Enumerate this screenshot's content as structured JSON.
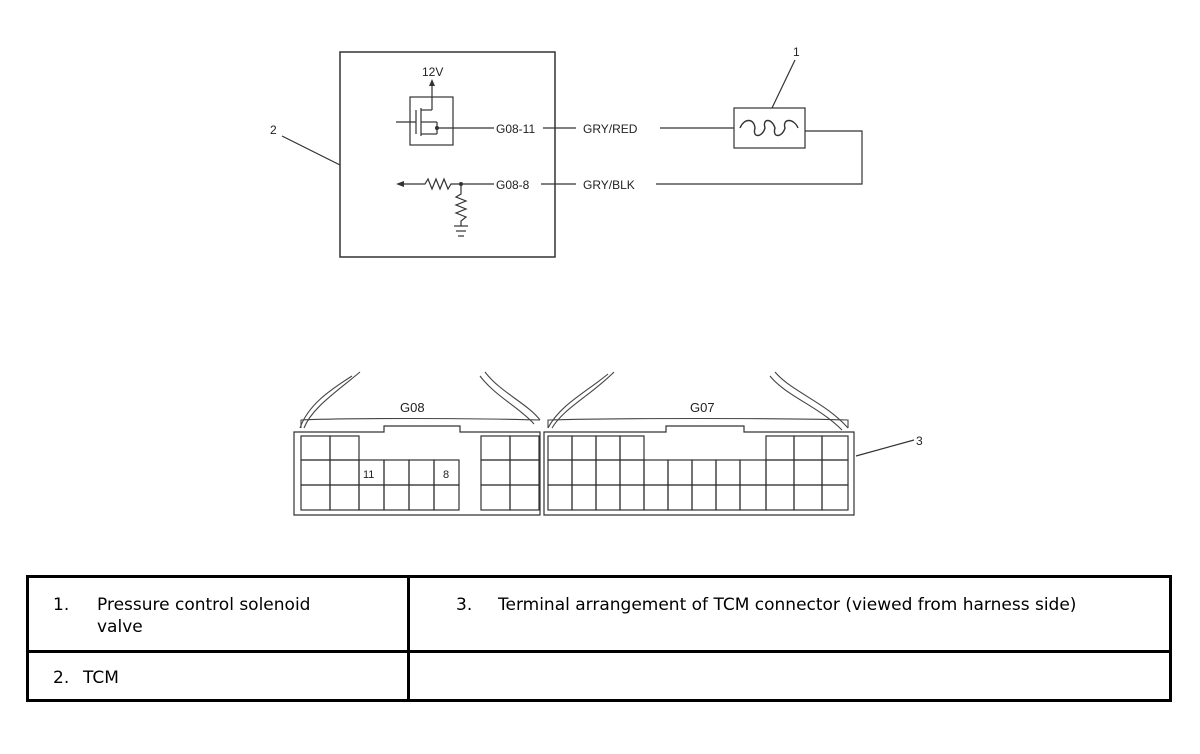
{
  "schematic": {
    "callout_1": "1",
    "callout_2": "2",
    "callout_3": "3",
    "supply": "12V",
    "pin_upper": "G08-11",
    "pin_lower": "G08-8",
    "wire_upper": "GRY/RED",
    "wire_lower": "GRY/BLK"
  },
  "connector": {
    "left_name": "G08",
    "right_name": "G07",
    "terminal_a": "11",
    "terminal_b": "8"
  },
  "legend": {
    "item1_num": "1.",
    "item1_text_line1": "Pressure control solenoid",
    "item1_text_line2": "valve",
    "item3_num": "3.",
    "item3_text": "Terminal arrangement of TCM connector (viewed from harness side)",
    "item2_num": "2.",
    "item2_text": "TCM"
  }
}
